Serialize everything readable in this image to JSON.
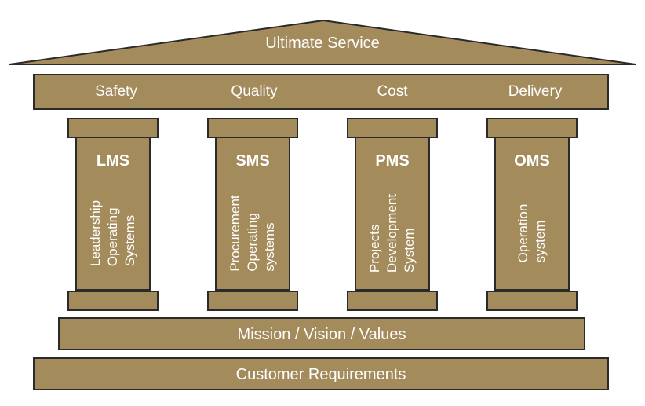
{
  "roof": {
    "title": "Ultimate Service"
  },
  "beam": {
    "items": [
      "Safety",
      "Quality",
      "Cost",
      "Delivery"
    ]
  },
  "pillars": [
    {
      "code": "LMS",
      "desc": "Leadership\nOperating\nSystems"
    },
    {
      "code": "SMS",
      "desc": "Procurement\nOperating\nsystems"
    },
    {
      "code": "PMS",
      "desc": "Projects\nDevelopment\nSystem"
    },
    {
      "code": "OMS",
      "desc": "Operation\nsystem"
    }
  ],
  "foundation": {
    "mission": "Mission / Vision / Values",
    "customer": "Customer Requirements"
  },
  "colors": {
    "fill": "#a38b5c",
    "outline": "#2a2a2a",
    "text": "#ffffff"
  }
}
